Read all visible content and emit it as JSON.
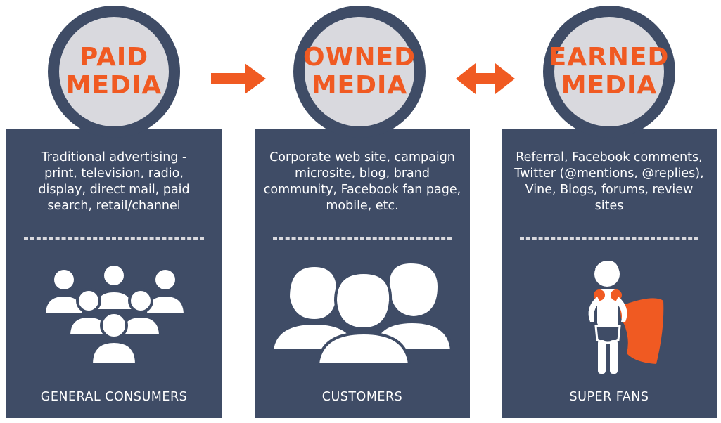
{
  "colors": {
    "panel": "#3f4c66",
    "accent": "#f05a22",
    "circle": "#d9d9de",
    "icon": "#ffffff"
  },
  "columns": [
    {
      "title_lines": [
        "PAID",
        "MEDIA"
      ],
      "description": "Traditional advertising - print, television, radio, display, direct mail, paid search, retail/channel",
      "audience": "GENERAL CONSUMERS",
      "icon": "crowd-icon"
    },
    {
      "title_lines": [
        "OWNED",
        "MEDIA"
      ],
      "description": "Corporate web site, campaign microsite, blog, brand community, Facebook fan page, mobile, etc.",
      "audience": "CUSTOMERS",
      "icon": "three-people-icon"
    },
    {
      "title_lines": [
        "EARNED",
        "MEDIA"
      ],
      "description": "Referral, Facebook comments, Twitter (@mentions, @replies), Vine, Blogs, forums, review sites",
      "audience": "SUPER FANS",
      "icon": "superhero-icon"
    }
  ],
  "arrows": [
    "right-arrow-icon",
    "double-arrow-icon"
  ]
}
